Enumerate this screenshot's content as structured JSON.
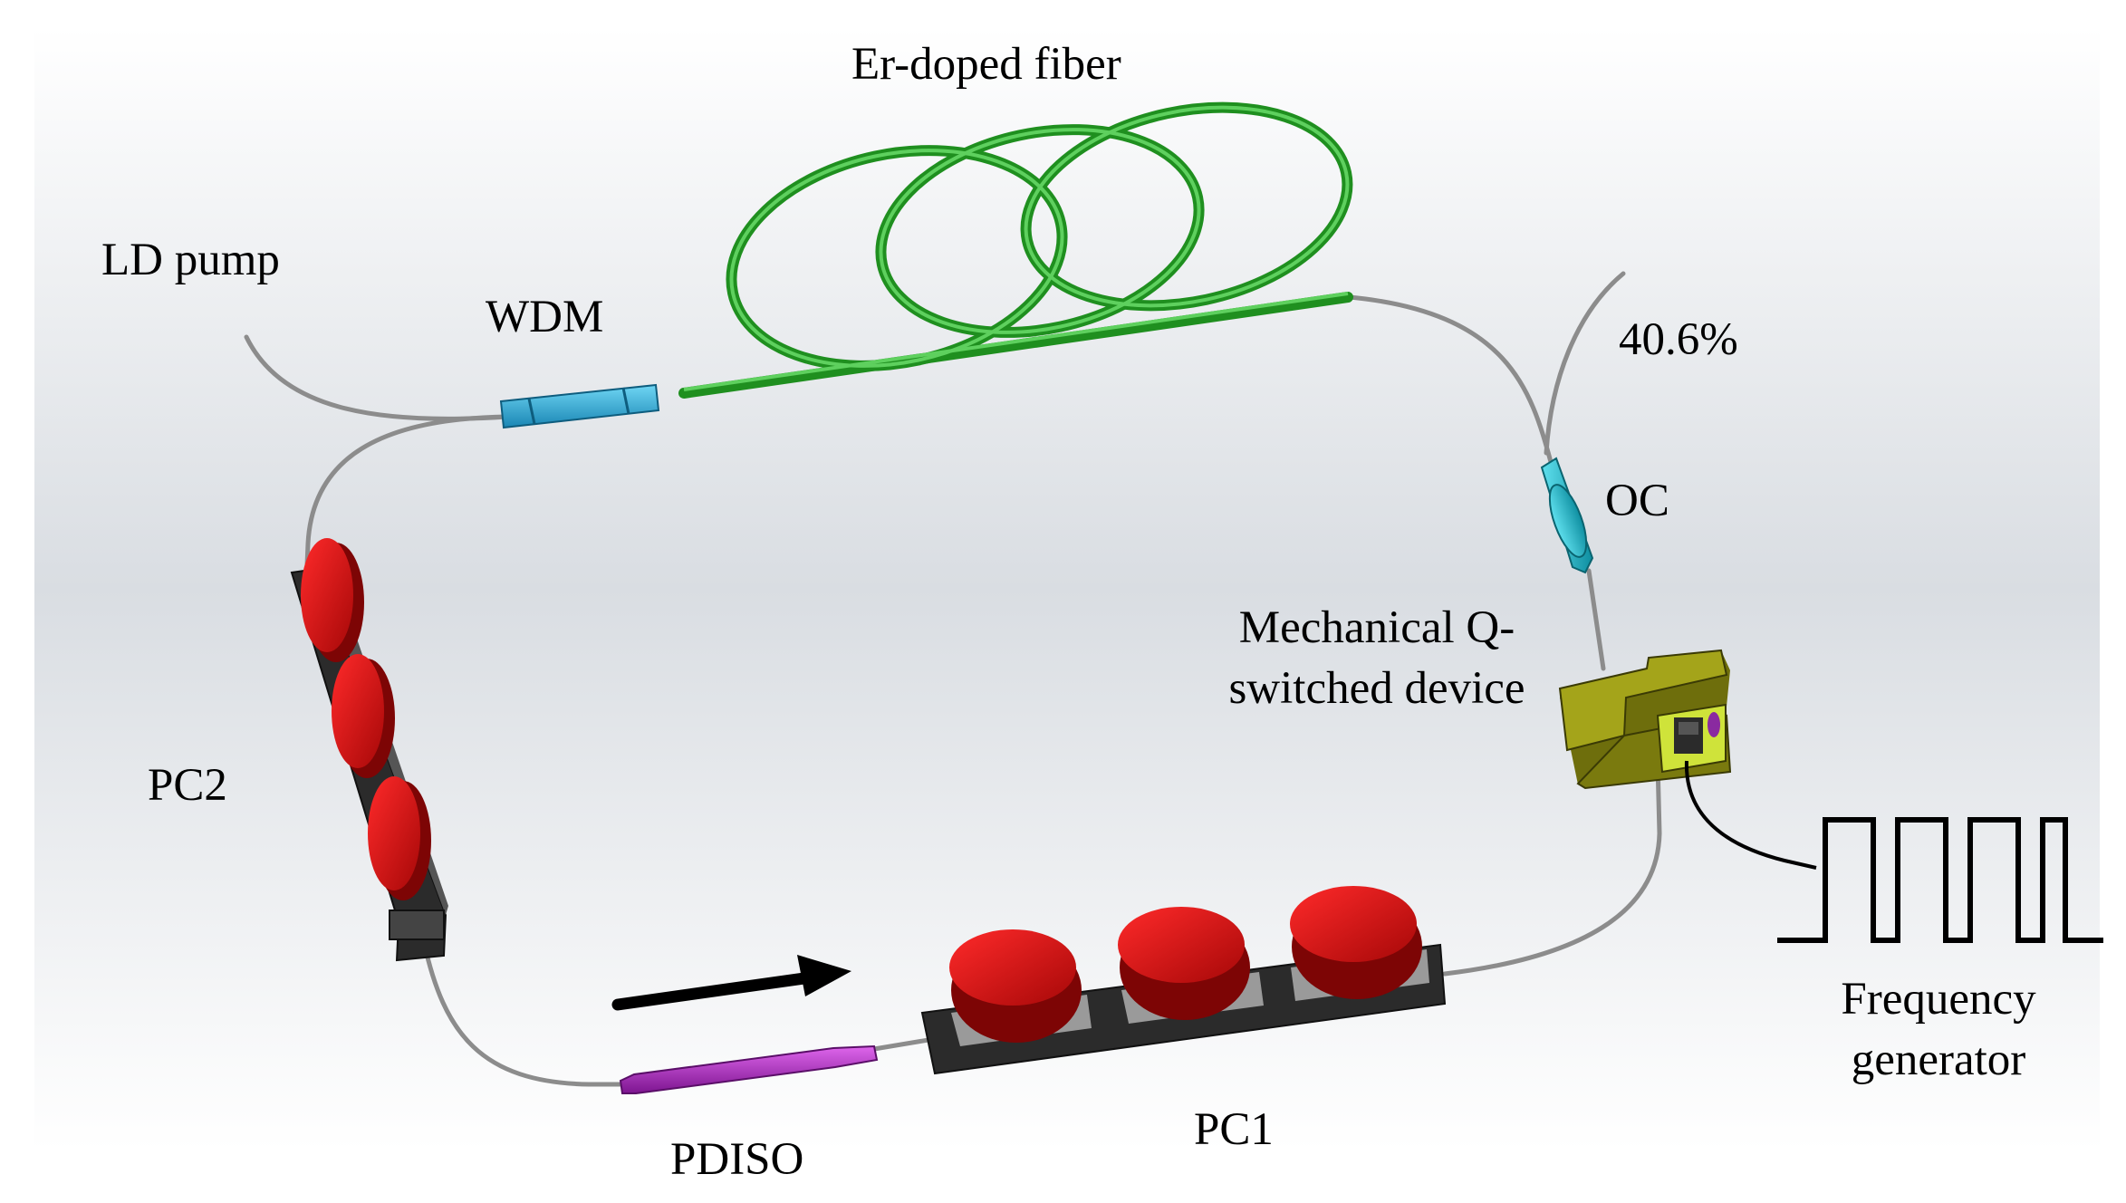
{
  "labels": {
    "er_fiber": "Er-doped fiber",
    "ld_pump": "LD pump",
    "wdm": "WDM",
    "output_ratio": "40.6%",
    "oc": "OC",
    "mq_line1": "Mechanical Q-",
    "mq_line2": "switched device",
    "pc2": "PC2",
    "pc1": "PC1",
    "pdiso": "PDISO",
    "freq_line1": "Frequency",
    "freq_line2": "generator"
  },
  "colors": {
    "fiber": "#9a9a9a",
    "er_fiber": "#2ea52e",
    "wdm": "#2aa9d6",
    "oc": "#1bb3c4",
    "pdiso": "#b326c4",
    "paddle": "#d91b1b",
    "paddle_dark": "#7d0505",
    "base": "#2b2b2b",
    "device": "#8f8f10",
    "signal": "#000000"
  }
}
